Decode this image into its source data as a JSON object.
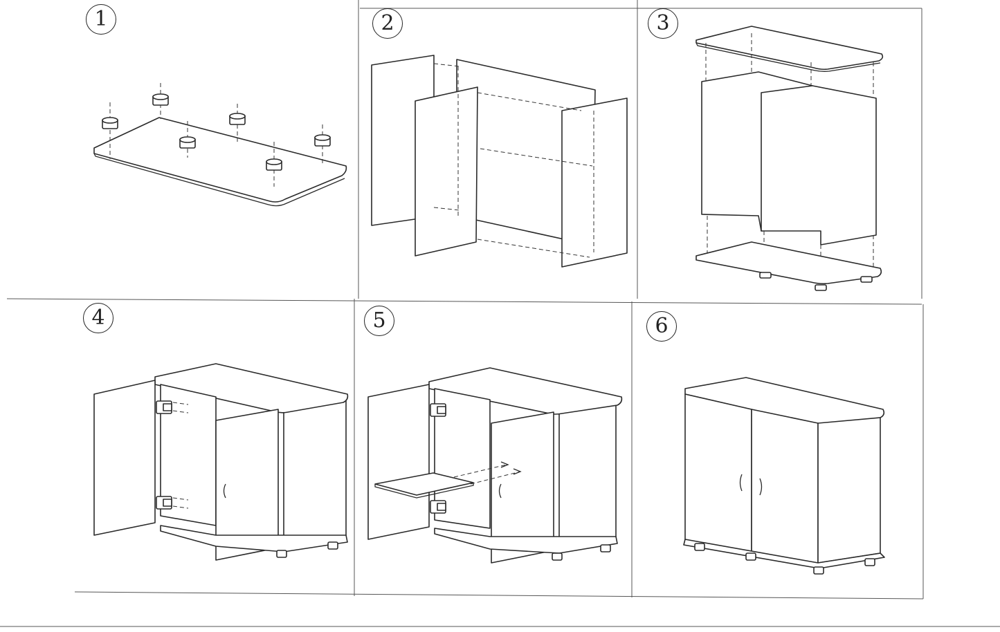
{
  "steps": [
    {
      "number": "1"
    },
    {
      "number": "2"
    },
    {
      "number": "3"
    },
    {
      "number": "4"
    },
    {
      "number": "5"
    },
    {
      "number": "6"
    }
  ],
  "colors": {
    "line": "#2a2a2a",
    "paper": "#ffffff",
    "grid": "#555555"
  }
}
